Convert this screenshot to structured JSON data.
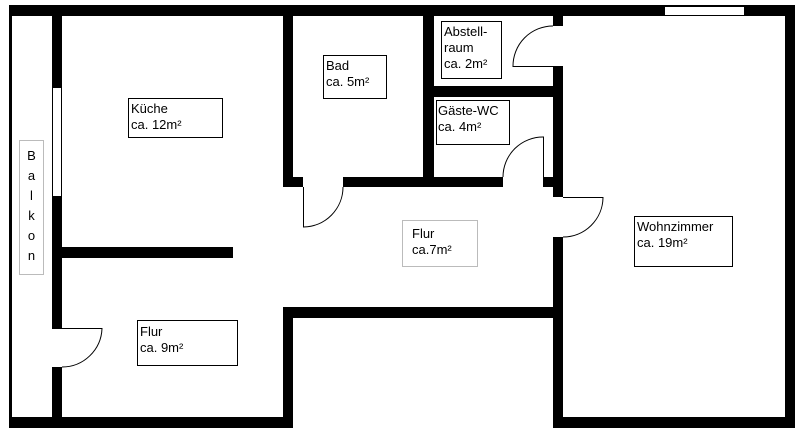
{
  "rooms": {
    "balkon": {
      "letters": [
        "B",
        "a",
        "l",
        "k",
        "o",
        "n"
      ]
    },
    "kueche": {
      "name": "Küche",
      "area": "ca. 12m²"
    },
    "bad": {
      "name": "Bad",
      "area": "ca. 5m²"
    },
    "abstellraum": {
      "name_1": "Abstell-",
      "name_2": "raum",
      "area": "ca. 2m²"
    },
    "gaeste_wc": {
      "name": "Gäste-WC",
      "area": "ca. 4m²"
    },
    "flur_mitte": {
      "name": "Flur",
      "area": "ca.7m²"
    },
    "flur_unten": {
      "name": "Flur",
      "area": "ca. 9m²"
    },
    "wohnzimmer": {
      "name": "Wohnzimmer",
      "area": "ca. 19m²"
    }
  },
  "colors": {
    "wall": "#000000",
    "label_border_gray": "#bbbbbb"
  }
}
